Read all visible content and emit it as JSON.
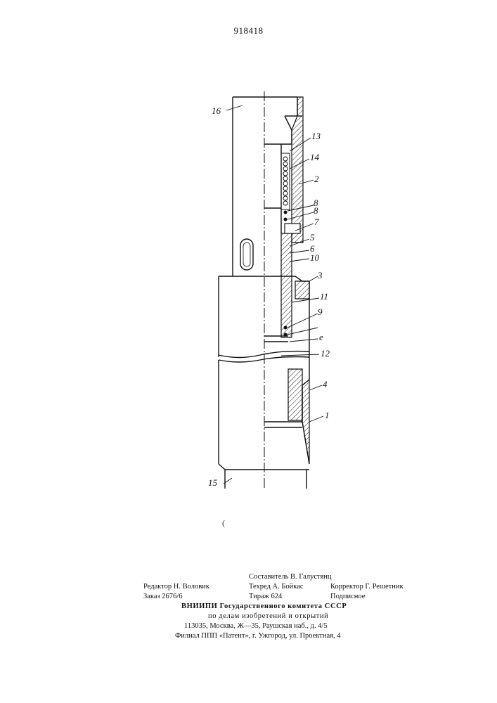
{
  "document": {
    "patent_number": "918418"
  },
  "drawing": {
    "callouts": [
      "16",
      "13",
      "14",
      "2",
      "8",
      "8",
      "7",
      "5",
      "6",
      "10",
      "3",
      "11",
      "9",
      "e",
      "12",
      "4",
      "1",
      "15"
    ]
  },
  "colophon": {
    "compiler": "Составитель В. Галустянц",
    "editor": "Редактор Н. Воловик",
    "techred": "Техред А. Бойкас",
    "corrector": "Корректор Г. Решетник",
    "order": "Заказ 2676/6",
    "circulation": "Тираж 624",
    "subscription": "Подписное",
    "org_line1": "ВНИИПИ Государственного комитета СССР",
    "org_line2": "по делам изобретений и открытий",
    "address": "113035, Москва, Ж—35, Раушская наб., д. 4/5",
    "branch": "Филиал ППП «Патент», г. Ужгород, ул. Проектная, 4"
  }
}
